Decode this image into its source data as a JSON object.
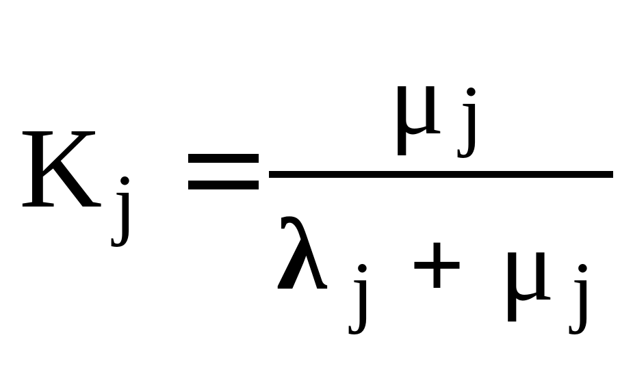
{
  "equation": {
    "lhs": {
      "symbol": "K",
      "subscript": "j"
    },
    "relation": "=",
    "numerator": {
      "symbol": "μ",
      "subscript": "j"
    },
    "denominator": {
      "term1": {
        "symbol": "λ",
        "subscript": "j"
      },
      "operator": "+",
      "term2": {
        "symbol": "μ",
        "subscript": "j"
      }
    }
  }
}
